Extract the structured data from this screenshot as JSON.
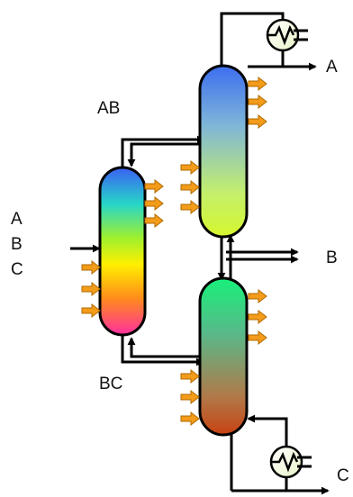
{
  "labels": {
    "feed_a": "A",
    "feed_b": "B",
    "feed_c": "C",
    "ab": "AB",
    "bc": "BC",
    "product_a": "A",
    "product_b": "B",
    "product_c": "C"
  },
  "colors": {
    "line": "#000000",
    "heat_arrow": "#f39c1a",
    "heat_arrow_edge": "#b06a00",
    "exchanger": "#e8f5c8",
    "prefractionator_gradient": [
      "#3a5ff2",
      "#27d6c8",
      "#9ef02e",
      "#ffef00",
      "#ff8c1a",
      "#ff2fa0"
    ],
    "upper_column_gradient": [
      "#3d6ef0",
      "#7fb6d8",
      "#c4f06a",
      "#d6f72e"
    ],
    "lower_column_gradient": [
      "#18f07a",
      "#58b98a",
      "#b07a4a",
      "#c84212"
    ]
  }
}
